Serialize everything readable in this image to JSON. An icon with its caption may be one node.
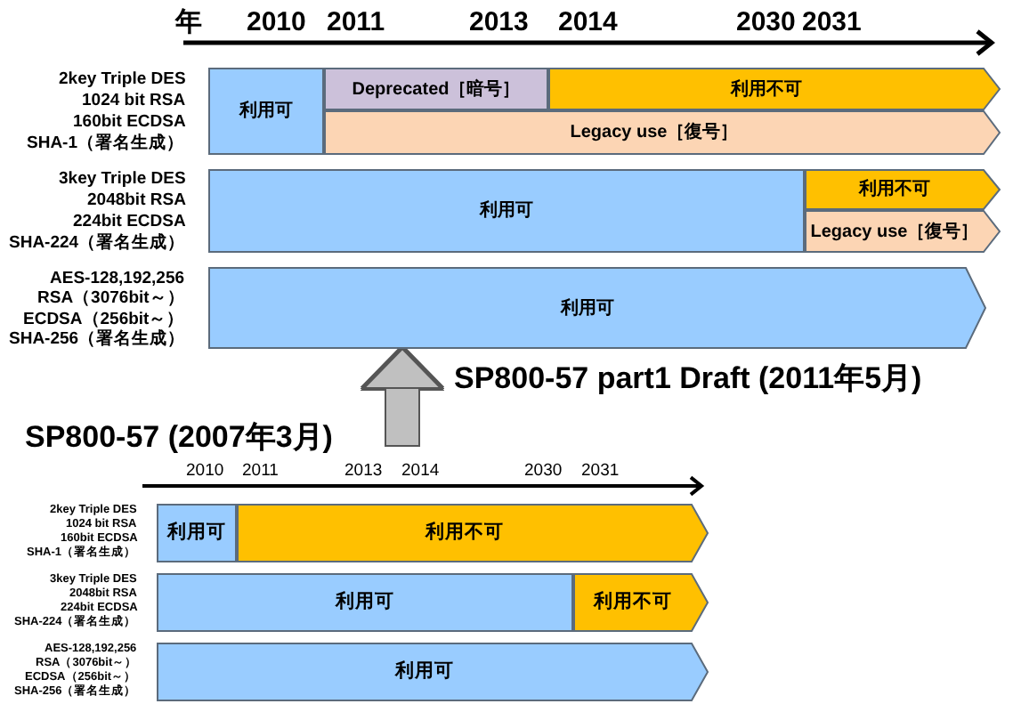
{
  "diagram": {
    "nodes": [
      {
        "text": [
          "利用可"
        ]
      },
      {
        "text": [
          "Deprecated［暗号］"
        ]
      },
      {
        "text": [
          "利用不可"
        ]
      },
      {
        "text": [
          "Legacy use［復号］"
        ]
      },
      {
        "text": [
          "利用可"
        ]
      },
      {
        "text": [
          "利用不可"
        ]
      },
      {
        "text": [
          "Legacy use［復号］"
        ]
      },
      {
        "text": [
          "利用可"
        ]
      },
      {
        "text": [
          "利用可"
        ]
      },
      {
        "text": [
          "利用不可"
        ]
      },
      {
        "text": [
          "利用可"
        ]
      },
      {
        "text": [
          "利用不可"
        ]
      },
      {
        "text": [
          "利用可"
        ]
      }
    ],
    "edges": [
      {
        "from": null,
        "to": 7,
        "arrow": "to"
      }
    ],
    "labels": [
      "年",
      "2010",
      "2011",
      "2013",
      "2014",
      "2030",
      "2031",
      "2key Triple DES",
      "1024 bit RSA",
      "160bit ECDSA",
      "SHA-1（署名生成）",
      "3key Triple DES",
      "2048bit RSA",
      "224bit ECDSA",
      "SHA-224（署名生成）",
      "AES-128,192,256",
      "RSA（3076bit～）",
      "ECDSA（256bit～）",
      "SHA-256（署名生成）",
      "SP800-57 part1 Draft (2011年5月)",
      "SP800-57 (2007年3月)",
      "2010",
      "2011",
      "2013",
      "2014",
      "2030",
      "2031",
      "2key Triple DES",
      "1024 bit RSA",
      "160bit ECDSA",
      "SHA-1（署名生成）",
      "3key Triple DES",
      "2048bit RSA",
      "224bit ECDSA",
      "SHA-224（署名生成）",
      "AES-128,192,256",
      "RSA（3076bit～）",
      "ECDSA（256bit～）",
      "SHA-256（署名生成）"
    ]
  }
}
